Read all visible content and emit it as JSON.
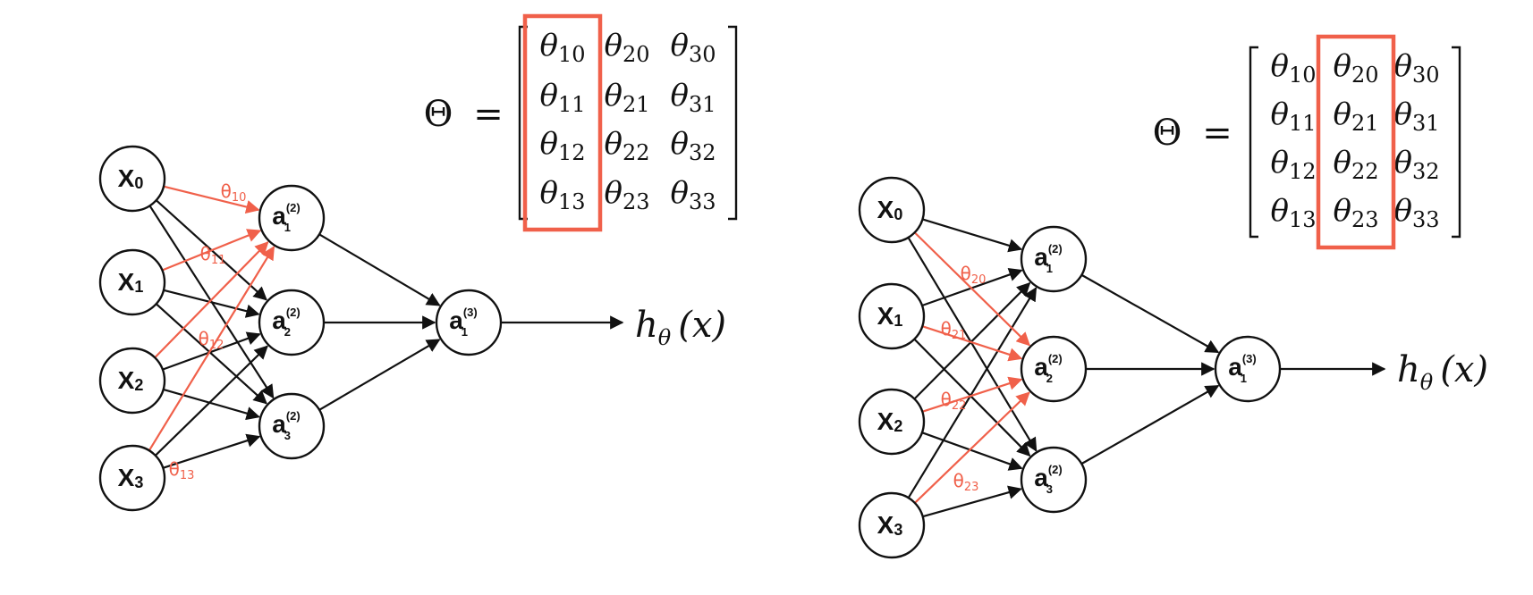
{
  "colors": {
    "highlight": "#f0604a",
    "stroke": "#111111",
    "background": "#ffffff"
  },
  "output_label": {
    "base": "h",
    "sub": "θ",
    "arg": "(x)"
  },
  "matrix": {
    "symbol": "Θ",
    "equals": "=",
    "rows": [
      [
        "θ10",
        "θ20",
        "θ30"
      ],
      [
        "θ11",
        "θ21",
        "θ31"
      ],
      [
        "θ12",
        "θ22",
        "θ32"
      ],
      [
        "θ13",
        "θ23",
        "θ33"
      ]
    ]
  },
  "layers": {
    "input": [
      {
        "base": "X",
        "sub": "0"
      },
      {
        "base": "X",
        "sub": "1"
      },
      {
        "base": "X",
        "sub": "2"
      },
      {
        "base": "X",
        "sub": "3"
      }
    ],
    "hidden": [
      {
        "base": "a",
        "sub": "1",
        "sup": "(2)"
      },
      {
        "base": "a",
        "sub": "2",
        "sup": "(2)"
      },
      {
        "base": "a",
        "sub": "3",
        "sup": "(2)"
      }
    ],
    "output": [
      {
        "base": "a",
        "sub": "1",
        "sup": "(3)"
      }
    ]
  },
  "diagrams": [
    {
      "id": "left",
      "highlighted_column": 0,
      "highlighted_hidden": 0,
      "weight_labels": [
        {
          "base": "θ",
          "sub": "10"
        },
        {
          "base": "θ",
          "sub": "11"
        },
        {
          "base": "θ",
          "sub": "12"
        },
        {
          "base": "θ",
          "sub": "13"
        }
      ]
    },
    {
      "id": "right",
      "highlighted_column": 1,
      "highlighted_hidden": 1,
      "weight_labels": [
        {
          "base": "θ",
          "sub": "20"
        },
        {
          "base": "θ",
          "sub": "21"
        },
        {
          "base": "θ",
          "sub": "22"
        },
        {
          "base": "θ",
          "sub": "23"
        }
      ]
    }
  ]
}
